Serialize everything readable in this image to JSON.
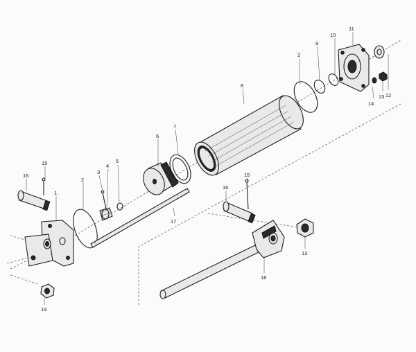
{
  "callouts": {
    "c1": "1",
    "c2a": "2",
    "c2b": "2",
    "c3": "3",
    "c4": "4",
    "c5": "5",
    "c6": "6",
    "c7": "7",
    "c8": "8",
    "c9": "9",
    "c10": "10",
    "c11": "11",
    "c12": "12",
    "c13a": "13",
    "c13b": "13",
    "c14": "14",
    "c15a": "15",
    "c15b": "15",
    "c16a": "16",
    "c16b": "16",
    "c17": "17",
    "c18": "18",
    "c19": "19"
  },
  "colors": {
    "paper": "#fbfbfb",
    "ink": "#1c1c1c"
  }
}
